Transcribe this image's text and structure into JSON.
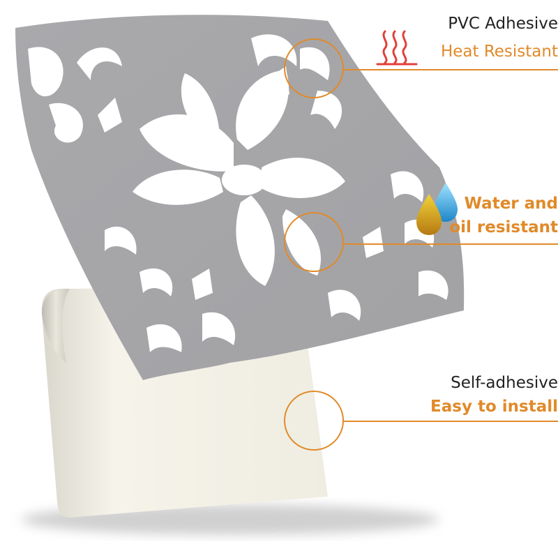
{
  "features": {
    "pvc": {
      "title": "PVC Adhesive",
      "subtitle": "Heat Resistant"
    },
    "water": {
      "line1": "Water and",
      "line2": "oil resistant"
    },
    "adhesive": {
      "title": "Self-adhesive",
      "subtitle": "Easy to install"
    }
  },
  "colors": {
    "accent": "#e08a2a",
    "heat_icon": "#e0403a",
    "tile": "#a7a7aa",
    "pattern": "#ffffff",
    "backing": "#f1efe3",
    "text": "#222222"
  },
  "icons": [
    "heat-waves-icon",
    "water-oil-drops-icon"
  ]
}
